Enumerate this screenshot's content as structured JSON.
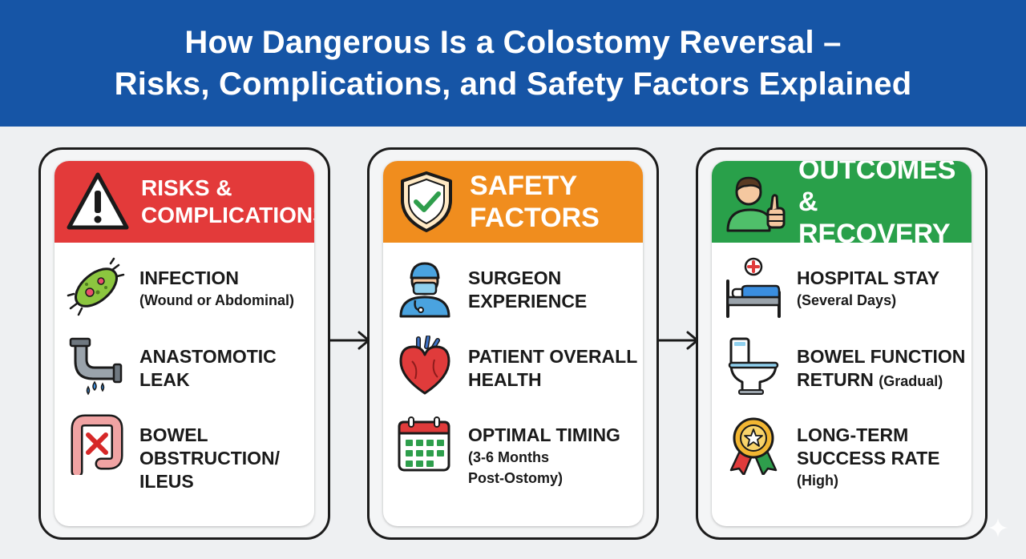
{
  "title": {
    "line1": "How Dangerous Is a Colostomy Reversal –",
    "line2": "Risks, Complications, and Safety Factors Explained"
  },
  "colors": {
    "title_bar": "#1655a6",
    "risks": "#e33a3a",
    "safety": "#f08d1e",
    "outcomes": "#29a04a"
  },
  "panels": [
    {
      "heading": [
        "RISKS &",
        "COMPLICATIONS"
      ],
      "icon": "warning-icon",
      "items": [
        {
          "icon": "bacteria-icon",
          "main": [
            "INFECTION"
          ],
          "sub": [
            "(Wound or Abdominal)"
          ]
        },
        {
          "icon": "leaking-pipe-icon",
          "main": [
            "ANASTOMOTIC",
            "LEAK"
          ],
          "sub": []
        },
        {
          "icon": "blocked-intestine-icon",
          "main": [
            "BOWEL",
            "OBSTRUCTION/",
            "ILEUS"
          ],
          "sub": []
        }
      ]
    },
    {
      "heading": [
        "SAFETY",
        "FACTORS"
      ],
      "icon": "shield-check-icon",
      "items": [
        {
          "icon": "surgeon-icon",
          "main": [
            "SURGEON",
            "EXPERIENCE"
          ],
          "sub": []
        },
        {
          "icon": "heart-icon",
          "main": [
            "PATIENT OVERALL",
            "HEALTH"
          ],
          "sub": []
        },
        {
          "icon": "calendar-icon",
          "main": [
            "OPTIMAL TIMING"
          ],
          "sub": [
            "(3-6 Months",
            "Post-Ostomy)"
          ]
        }
      ]
    },
    {
      "heading": [
        "OUTCOMES",
        "& RECOVERY"
      ],
      "icon": "thumbs-up-person-icon",
      "items": [
        {
          "icon": "hospital-bed-icon",
          "main": [
            "HOSPITAL STAY"
          ],
          "sub": [
            "(Several Days)"
          ]
        },
        {
          "icon": "toilet-icon",
          "main": [
            "BOWEL FUNCTION",
            "RETURN"
          ],
          "inline": "(Gradual)"
        },
        {
          "icon": "award-icon",
          "main": [
            "LONG-TERM",
            "SUCCESS RATE"
          ],
          "sub": [
            "(High)"
          ]
        }
      ]
    }
  ]
}
